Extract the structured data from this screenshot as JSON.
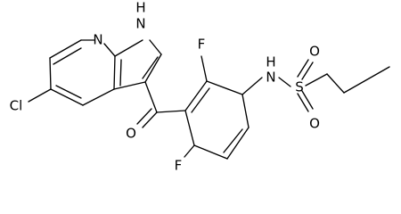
{
  "molecule": {
    "atom_labels": {
      "chlorine": "Cl",
      "pyridine_nitrogen": "N",
      "pyrrole_nh_h": "H",
      "pyrrole_nh_n": "N",
      "carbonyl_oxygen": "O",
      "fluorine_top": "F",
      "fluorine_bottom": "F",
      "sulfonamide_nh_h": "H",
      "sulfonamide_nh_n": "N",
      "sulfur": "S",
      "sulfonyl_oxygen_top": "O",
      "sulfonyl_oxygen_bottom": "O"
    }
  }
}
